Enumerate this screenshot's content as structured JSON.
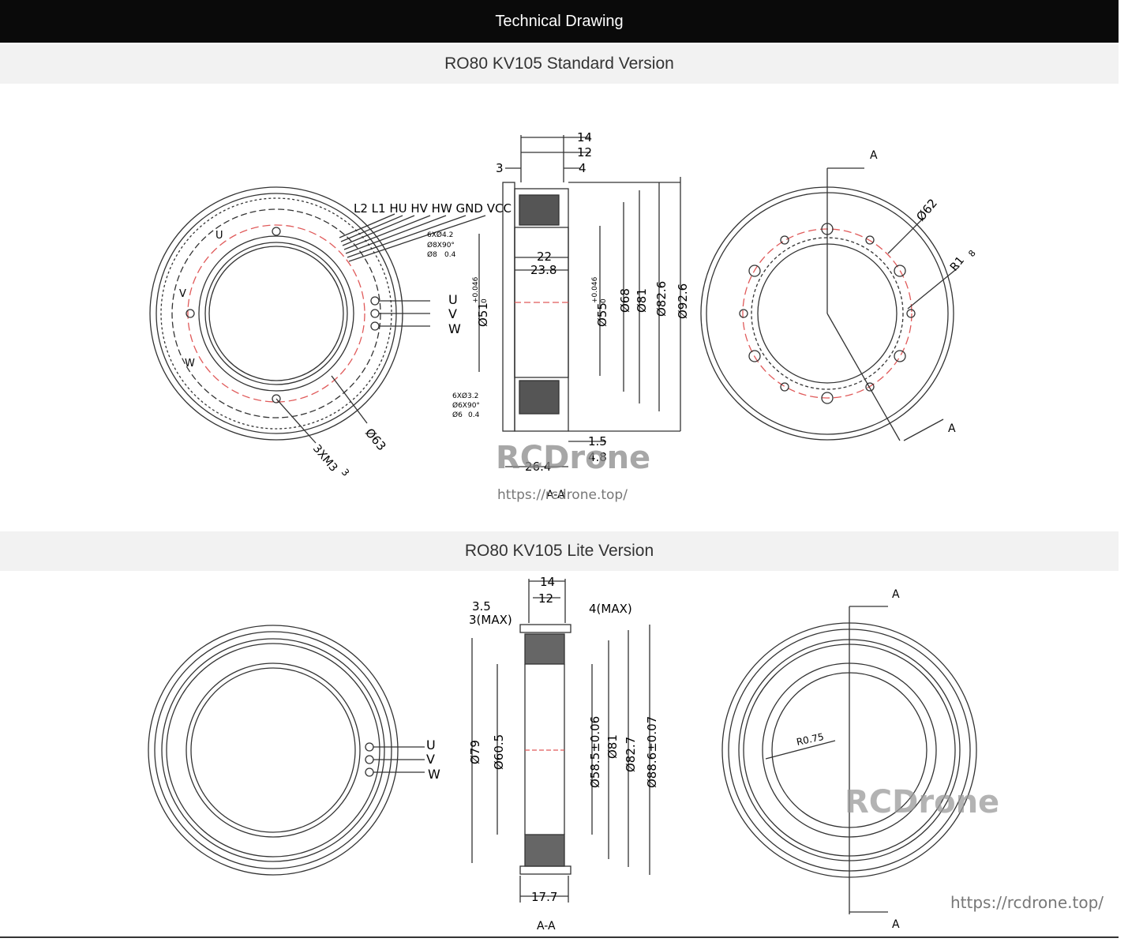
{
  "header": {
    "title": "Technical Drawing"
  },
  "sections": [
    {
      "title": "RO80 KV105 Standard Version",
      "front_view": {
        "wire_labels": "L2 L1 HU HV HW GND VCC",
        "phase_labels": [
          "U",
          "V",
          "W"
        ],
        "inner_labels": [
          "U",
          "V",
          "W"
        ],
        "callout_thread": "3XM3",
        "callout_thread_depth": "3",
        "callout_pcd": "Ø63"
      },
      "section_view": {
        "dims_top": [
          "14",
          "12",
          "3",
          "4"
        ],
        "dims_inner": [
          "22",
          "23.8"
        ],
        "dims_bottom": [
          "1.5",
          "4.8",
          "26.4"
        ],
        "hole_note_top": [
          "6XØ4.2",
          "Ø8X90°",
          "Ø8",
          "0.4"
        ],
        "hole_note_bottom": [
          "6XØ3.2",
          "Ø6X90°",
          "Ø6",
          "0.4"
        ],
        "d51": "Ø51",
        "d55": "Ø55",
        "tol_upper": "+0.046",
        "tol_lower": "0",
        "diameters": [
          "Ø68",
          "Ø81",
          "Ø82.6",
          "Ø92.6"
        ],
        "label": "A-A"
      },
      "rear_view": {
        "section_marker": "A",
        "pcd": "Ø62",
        "radius_note": "R1",
        "radius_depth": "8"
      },
      "watermark": "RCDrone",
      "url": "https://rcdrone.top/"
    },
    {
      "title": "RO80 KV105 Lite Version",
      "front_view": {
        "phase_labels": [
          "U",
          "V",
          "W"
        ]
      },
      "section_view": {
        "dims_top": [
          "14",
          "12",
          "3.5",
          "3(MAX)",
          "4(MAX)"
        ],
        "diameters": [
          "Ø79",
          "Ø60.5",
          "Ø58.5±0.06",
          "Ø81",
          "Ø82.7",
          "Ø88.6±0.07"
        ],
        "dim_bottom": "17.7",
        "label": "A-A"
      },
      "rear_view": {
        "section_marker": "A",
        "radius_note": "R0.75"
      },
      "watermark": "RCDrone",
      "url": "https://rcdrone.top/"
    }
  ],
  "colors": {
    "header_bg": "#0a0a0a",
    "section_bg": "#f2f2f2",
    "line": "#333333",
    "centerline_red": "#e05a5a"
  }
}
